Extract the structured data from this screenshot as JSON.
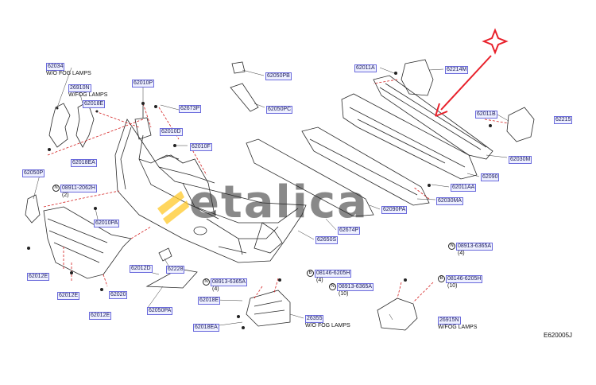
{
  "diagram_code": "E620005J",
  "watermark": "etalica",
  "labels": {
    "p62034": "62034",
    "wo_fog_1": "W/O  FOG  LAMPS",
    "p26910N": "26910N",
    "w_fog_1": "W/FOG  LAMPS",
    "p62018E_a": "62018E",
    "p62018EA_a": "62018EA",
    "p62010P": "62010P",
    "p62673P": "62673P",
    "p62010D": "62010D",
    "p62010F": "62010F",
    "p62050PB": "62050PB",
    "p62050PC": "62050PC",
    "p62011A_a": "62011A",
    "p62214M": "62214M",
    "p62011B": "62011B",
    "p62215": "62215",
    "p62030M": "62030M",
    "p62090": "62090",
    "p62011AA": "62011AA",
    "p62030MA": "62030MA",
    "p62090PA": "62090PA",
    "p62674P": "62674P",
    "p62650S": "62650S",
    "p62050P": "62050P",
    "n08911": "08911-2062H",
    "q2": "(2)",
    "p62010PA": "62010PA",
    "p62012E_a": "62012E",
    "p62012E_b": "62012E",
    "p62012E_c": "62012E",
    "p62020": "62020",
    "p62012D": "62012D",
    "p62228": "62228",
    "p62050PA": "62050PA",
    "n08913_a": "08913-6365A",
    "q4_a": "(4)",
    "p62018E_b": "62018E",
    "p62018EA_b": "62018EA",
    "b08146_a": "08146-6205H",
    "q4_b": "(4)",
    "n08913_b": "08913-6365A",
    "q10_a": "(10)",
    "b08146_b": "08146-6205H",
    "q10_b": "(10)",
    "n08913_c": "08913-6365A",
    "q4_c": "(4)",
    "p26355": "26355",
    "wo_fog_2": "W/O  FOG  LAMPS",
    "p26915N": "26915N",
    "w_fog_2": "W/FOG  LAMPS"
  },
  "colors": {
    "line": "#2a2a2a",
    "dash": "#d42020",
    "label_border": "#6a6adc",
    "label_fill": "#eef0ff",
    "annotation": "#e8202a"
  }
}
